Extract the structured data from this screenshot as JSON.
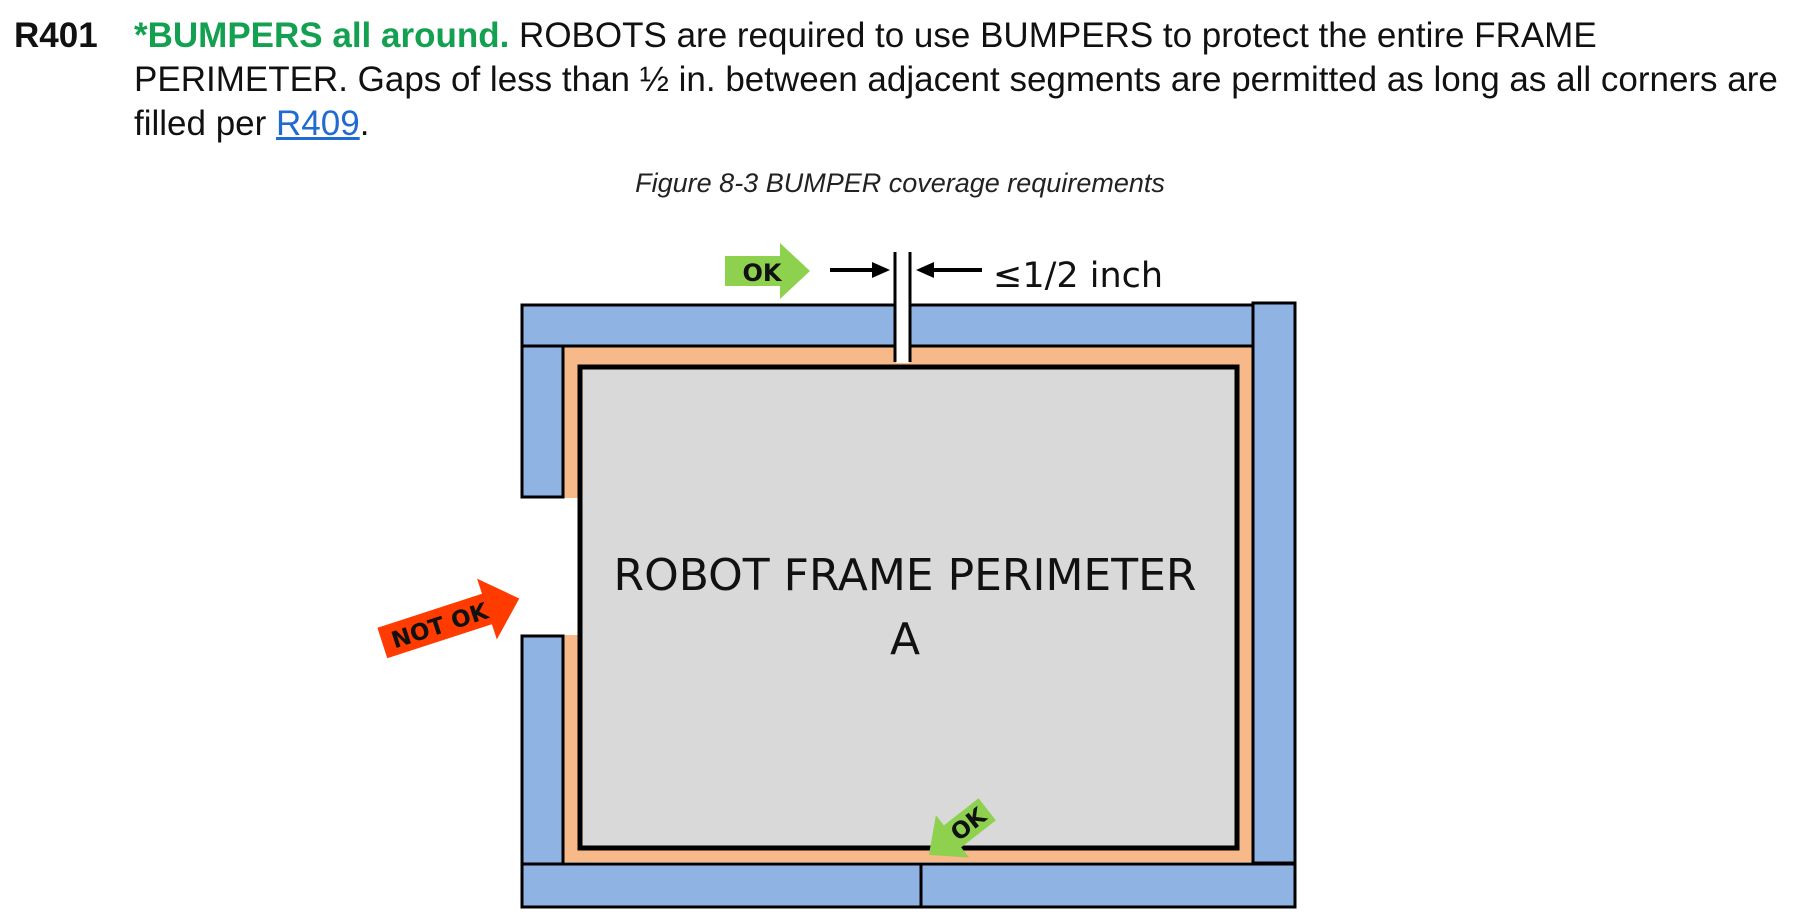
{
  "rule": {
    "number": "R401",
    "title": "*BUMPERS all around.",
    "text_part1": " ROBOTS are required to use BUMPERS to protect the entire FRAME PERIMETER. Gaps of less than ½ in. between adjacent segments are permitted as long as all corners are filled per ",
    "link": "R409",
    "text_part2": "."
  },
  "figure": {
    "caption": "Figure 8-3 BUMPER coverage requirements",
    "frame_label_line1": "ROBOT FRAME PERIMETER",
    "frame_label_line2": "A",
    "gap_label": "≤1/2 inch",
    "ok_top": "OK",
    "ok_bottom": "OK",
    "not_ok": "NOT OK"
  },
  "colors": {
    "bumper": "#8fb4e3",
    "frame_fill": "#d9d9d9",
    "padding": "#f8b98a",
    "ok_arrow": "#8ed14f",
    "not_ok_arrow": "#ff3b00",
    "title_green": "#13a050",
    "link_blue": "#1f6bd1"
  }
}
